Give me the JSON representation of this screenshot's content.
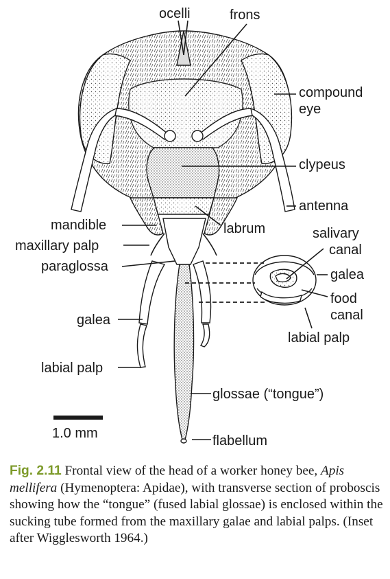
{
  "labels": {
    "ocelli": "ocelli",
    "frons": "frons",
    "compound_eye_1": "compound",
    "compound_eye_2": "eye",
    "clypeus": "clypeus",
    "antenna": "antenna",
    "mandible": "mandible",
    "labrum": "labrum",
    "maxillary_palp": "maxillary palp",
    "paraglossa": "paraglossa",
    "galea_left": "galea",
    "labial_palp_left": "labial palp",
    "salivary_canal_1": "salivary",
    "salivary_canal_2": "canal",
    "galea_right": "galea",
    "food_canal_1": "food",
    "food_canal_2": "canal",
    "labial_palp_right": "labial palp",
    "glossae": "glossae (“tongue”)",
    "flabellum": "flabellum",
    "scale": "1.0 mm"
  },
  "caption": {
    "fig_number": "Fig. 2.11",
    "text_1": "Frontal view of the head of a worker honey bee,",
    "species": "Apis mellifera",
    "text_2": "(Hymenoptera: Apidae), with transverse section of proboscis showing how the “tongue” (fused labial glossae) is enclosed within the sucking tube formed from the maxillary galae and labial palps. (Inset after Wigglesworth 1964.)"
  }
}
